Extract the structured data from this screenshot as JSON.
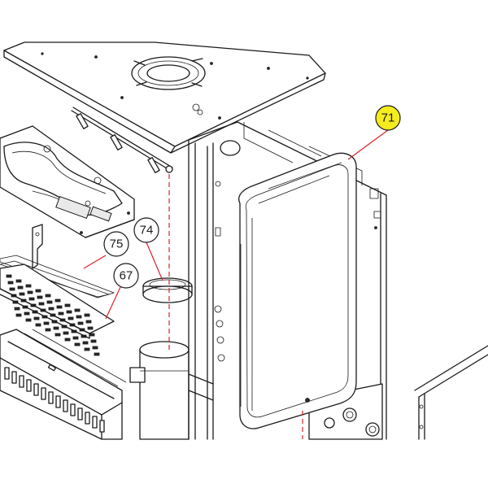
{
  "callouts": [
    {
      "id": "71",
      "label": "71",
      "highlight": true,
      "fill": "#f5ec1e"
    },
    {
      "id": "74",
      "label": "74",
      "highlight": false,
      "fill": "#ffffff"
    },
    {
      "id": "75",
      "label": "75",
      "highlight": false,
      "fill": "#ffffff"
    },
    {
      "id": "67",
      "label": "67",
      "highlight": false,
      "fill": "#ffffff"
    }
  ],
  "colors": {
    "leader": "#d8232a",
    "highlight": "#f5ec1e",
    "line": "#1a1a1a"
  }
}
